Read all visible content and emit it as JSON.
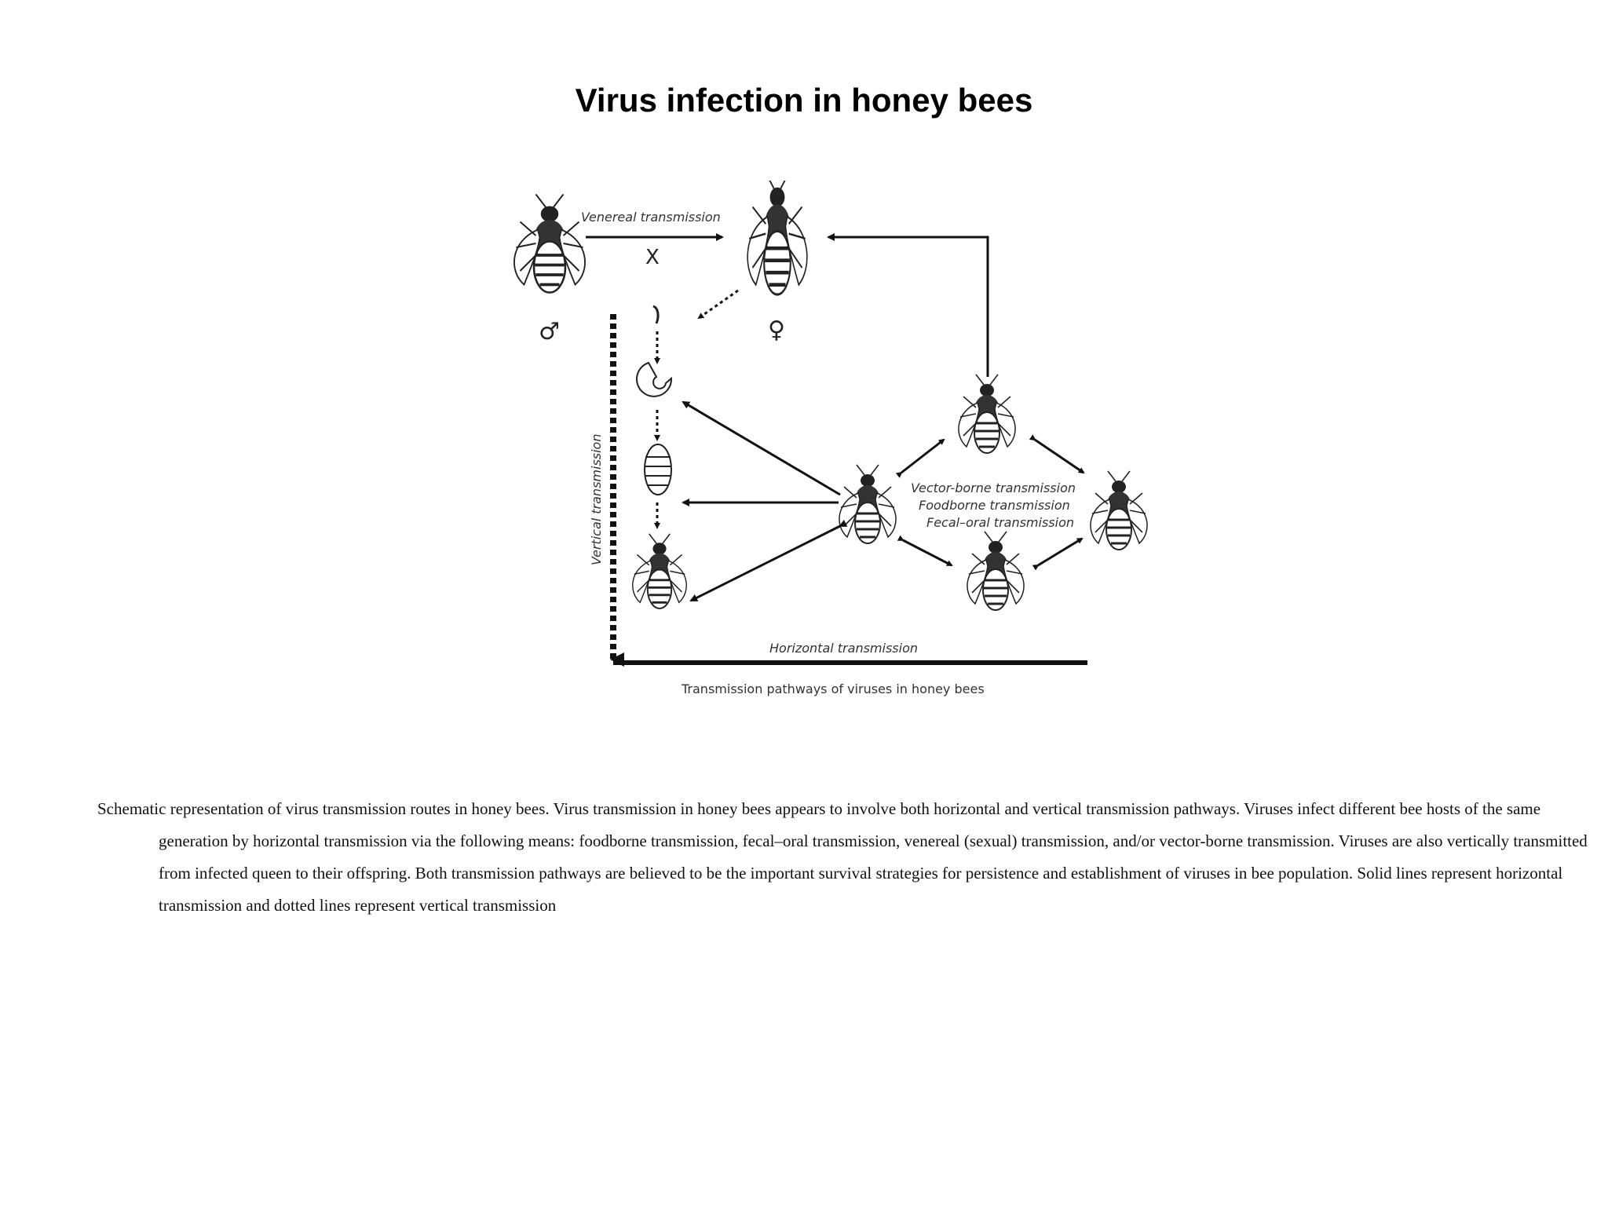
{
  "page": {
    "title": "Virus infection in honey bees",
    "caption": "Schematic representation of virus transmission routes in honey bees. Virus transmission in honey bees appears to involve both horizontal and vertical transmission pathways. Viruses infect different bee hosts of the same generation by horizontal transmission via the following means: foodborne transmission, fecal–oral transmission, venereal (sexual) transmission, and/or vector-borne transmission. Viruses are also vertically transmitted from infected queen to their offspring. Both transmission pathways are believed to be the important survival strategies for persistence and establishment of viruses in bee population. Solid lines represent horizontal transmission and dotted lines represent vertical transmission"
  },
  "diagram": {
    "venereal_label": "Venereal transmission",
    "blocked_mark": "X",
    "male_symbol": "♂",
    "female_symbol": "♀",
    "vertical_label": "Vertical transmission",
    "horizontal_label": "Horizontal transmission",
    "cluster_labels": [
      "Vector-borne transmission",
      "Foodborne transmission",
      "Fecal–oral transmission"
    ],
    "bottom_caption": "Transmission pathways of viruses in honey bees"
  }
}
